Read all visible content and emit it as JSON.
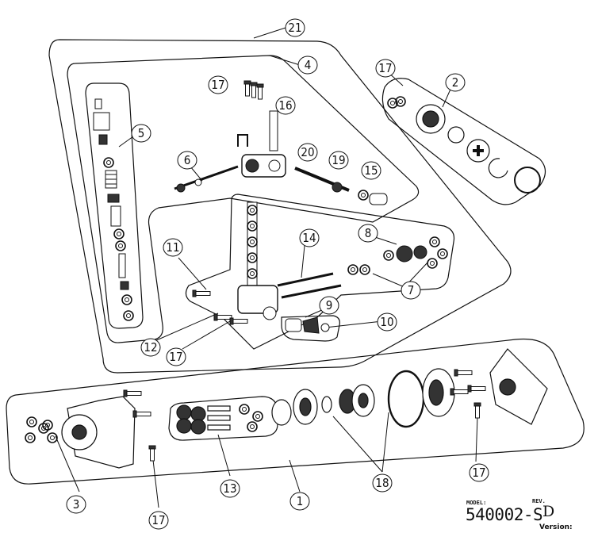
{
  "callouts": [
    {
      "id": "callout-21",
      "label": "21"
    },
    {
      "id": "callout-4",
      "label": "4"
    },
    {
      "id": "callout-17-top",
      "label": "17"
    },
    {
      "id": "callout-16",
      "label": "16"
    },
    {
      "id": "callout-5",
      "label": "5"
    },
    {
      "id": "callout-6",
      "label": "6"
    },
    {
      "id": "callout-20",
      "label": "20"
    },
    {
      "id": "callout-19",
      "label": "19"
    },
    {
      "id": "callout-15",
      "label": "15"
    },
    {
      "id": "callout-17-right",
      "label": "17"
    },
    {
      "id": "callout-2",
      "label": "2"
    },
    {
      "id": "callout-14",
      "label": "14"
    },
    {
      "id": "callout-8",
      "label": "8"
    },
    {
      "id": "callout-11",
      "label": "11"
    },
    {
      "id": "callout-7",
      "label": "7"
    },
    {
      "id": "callout-9",
      "label": "9"
    },
    {
      "id": "callout-10",
      "label": "10"
    },
    {
      "id": "callout-12",
      "label": "12"
    },
    {
      "id": "callout-17-mid",
      "label": "17"
    },
    {
      "id": "callout-3",
      "label": "3"
    },
    {
      "id": "callout-13",
      "label": "13"
    },
    {
      "id": "callout-1",
      "label": "1"
    },
    {
      "id": "callout-18",
      "label": "18"
    },
    {
      "id": "callout-17-bright",
      "label": "17"
    },
    {
      "id": "callout-17-bottom",
      "label": "17"
    }
  ],
  "title_block": {
    "model_label": "MODEL:",
    "model_value": "540002-S",
    "rev_label": "REV.",
    "rev_value": "D",
    "version_label": "Version:"
  }
}
